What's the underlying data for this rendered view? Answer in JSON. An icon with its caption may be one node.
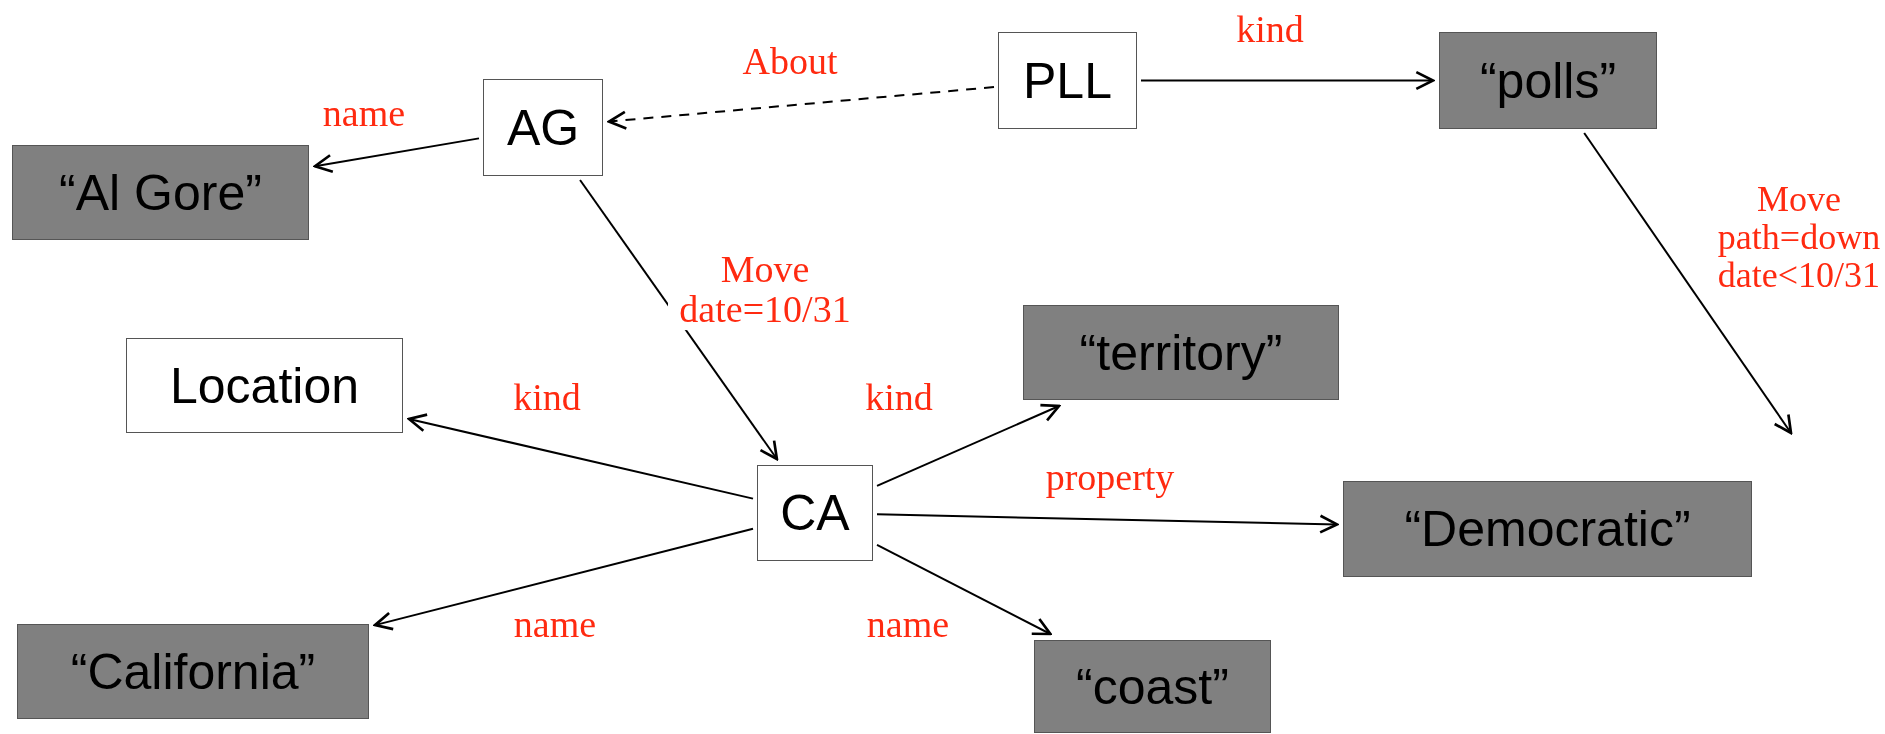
{
  "diagram": {
    "nodes": [
      {
        "text": [
          "PLL"
        ]
      },
      {
        "text": [
          "“polls”"
        ]
      },
      {
        "text": [
          "AG"
        ]
      },
      {
        "text": [
          "“Al Gore”"
        ]
      },
      {
        "text": [
          "Location"
        ]
      },
      {
        "text": [
          "“territory”"
        ]
      },
      {
        "text": [
          "CA"
        ]
      },
      {
        "text": [
          "“Democratic”"
        ]
      },
      {
        "text": [
          "“California”"
        ]
      },
      {
        "text": [
          "“coast”"
        ]
      }
    ],
    "edges": [
      {
        "from": 0,
        "to": 2,
        "arrow": "to",
        "label": "About",
        "style": "dashed"
      },
      {
        "from": 0,
        "to": 1,
        "arrow": "to",
        "label": "kind"
      },
      {
        "from": 2,
        "to": 3,
        "arrow": "to",
        "label": "name"
      },
      {
        "from": 2,
        "to": 6,
        "arrow": "to",
        "label": "Move date=10/31"
      },
      {
        "from": 6,
        "to": 4,
        "arrow": "to",
        "label": "kind"
      },
      {
        "from": 6,
        "to": 5,
        "arrow": "to",
        "label": "kind"
      },
      {
        "from": 6,
        "to": 7,
        "arrow": "to",
        "label": "property"
      },
      {
        "from": 6,
        "to": 8,
        "arrow": "to",
        "label": "name"
      },
      {
        "from": 6,
        "to": 9,
        "arrow": "to",
        "label": "name"
      },
      {
        "from": 1,
        "to": null,
        "arrow": "to",
        "label": "Move path=down date<10/31"
      }
    ]
  }
}
